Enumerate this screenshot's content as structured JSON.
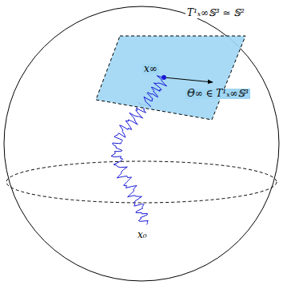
{
  "diagram": {
    "labels": [
      "T¹ₓ∞𝕊³ ≃ 𝕊²",
      "x∞",
      "Θ∞ ∈ T¹ₓ∞𝕊³",
      "x₀"
    ]
  }
}
